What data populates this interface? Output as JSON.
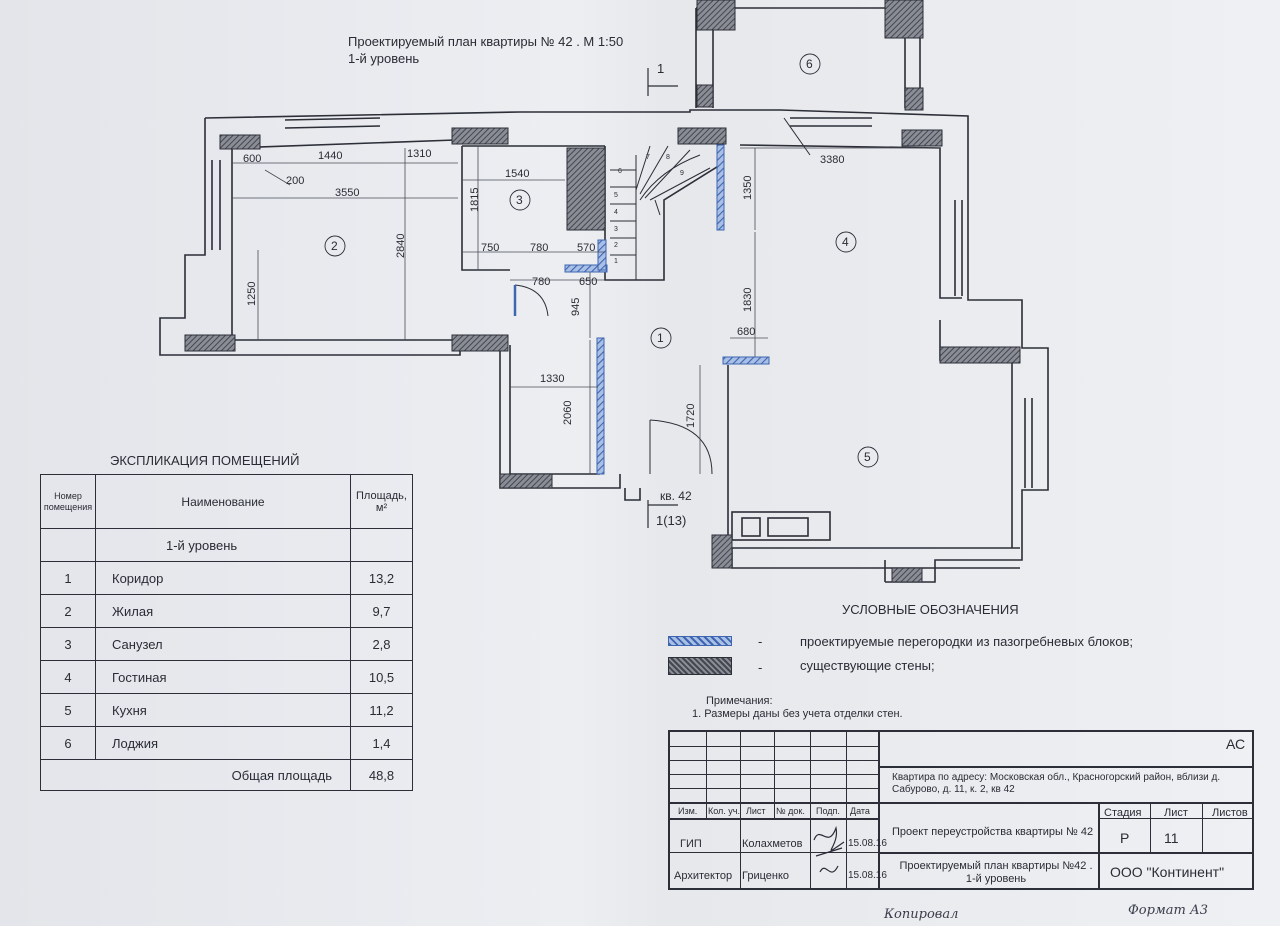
{
  "plan": {
    "title": "Проектируемый план квартиры № 42 . М 1:50",
    "level": "1-й уровень",
    "section_mark_top": "1",
    "section_mark_bottom": "1(13)",
    "apartment_label": "кв. 42",
    "rooms": [
      "1",
      "2",
      "3",
      "4",
      "5",
      "6"
    ],
    "stair_steps": [
      "1",
      "2",
      "3",
      "4",
      "5",
      "6",
      "7",
      "8",
      "9"
    ],
    "dimensions": {
      "d600": "600",
      "d1440": "1440",
      "d1310": "1310",
      "d200": "200",
      "d3550": "3550",
      "d1540": "1540",
      "d1815": "1815",
      "d750": "750",
      "d780a": "780",
      "d570": "570",
      "d780b": "780",
      "d650": "650",
      "d945": "945",
      "d2840": "2840",
      "d1250": "1250",
      "d3380": "3380",
      "d1350": "1350",
      "d1830": "1830",
      "d680": "680",
      "d1330": "1330",
      "d2060": "2060",
      "d1720": "1720"
    }
  },
  "explication": {
    "title": "ЭКСПЛИКАЦИЯ ПОМЕЩЕНИЙ",
    "headers": {
      "number": "Номер помещения",
      "name": "Наименование",
      "area": "Площадь, м²"
    },
    "level_row": "1-й уровень",
    "rows": [
      {
        "num": "1",
        "name": "Коридор",
        "area": "13,2"
      },
      {
        "num": "2",
        "name": "Жилая",
        "area": "9,7"
      },
      {
        "num": "3",
        "name": "Санузел",
        "area": "2,8"
      },
      {
        "num": "4",
        "name": "Гостиная",
        "area": "10,5"
      },
      {
        "num": "5",
        "name": "Кухня",
        "area": "11,2"
      },
      {
        "num": "6",
        "name": "Лоджия",
        "area": "1,4"
      }
    ],
    "total_label": "Общая площадь",
    "total_value": "48,8"
  },
  "legend": {
    "title": "УСЛОВНЫЕ ОБОЗНАЧЕНИЯ",
    "items": [
      {
        "dash": "-",
        "text": "проектируемые перегородки из пазогребневых блоков;"
      },
      {
        "dash": "-",
        "text": "существующие стены;"
      }
    ]
  },
  "notes": {
    "title": "Примечания:",
    "items": [
      "1. Размеры даны без учета отделки стен."
    ]
  },
  "title_block": {
    "code": "АС",
    "address": "Квартира по адресу: Московская обл., Красногорский район, вблизи д. Сабурово, д. 11, к. 2, кв 42",
    "col_headers": [
      "Изм.",
      "Кол. уч.",
      "Лист",
      "№ док.",
      "Подп.",
      "Дата"
    ],
    "role1": "ГИП",
    "name1": "Колахметов",
    "date1": "15.08.16",
    "role2": "Архитектор",
    "name2": "Гриценко",
    "date2": "15.08.16",
    "project": "Проект переустройства квартиры № 42",
    "sheet_title": "Проектируемый план квартиры №42 . 1-й уровень",
    "stage_header": "Стадия",
    "sheet_header": "Лист",
    "sheets_header": "Листов",
    "stage": "Р",
    "sheet": "11",
    "company": "ООО \"Континент\""
  },
  "footer": {
    "copied": "Копировал",
    "format": "Формат А3"
  },
  "colors": {
    "wall_line": "#2c2e38",
    "existing_wall": "#5a5c66",
    "new_partition": "#4a73b8"
  }
}
